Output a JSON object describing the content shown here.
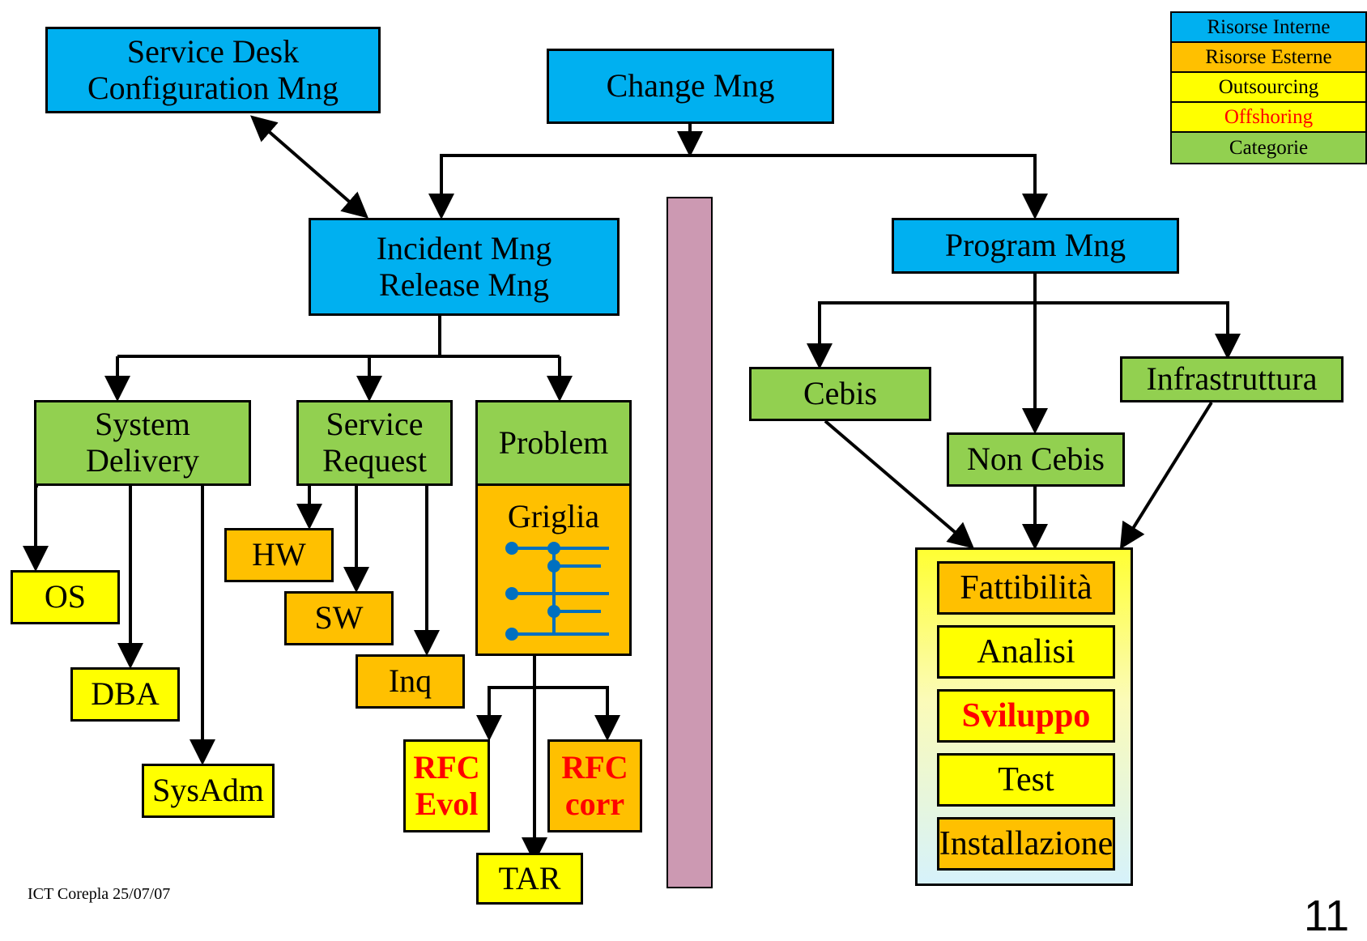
{
  "legend": [
    {
      "label": "Risorse Interne",
      "color": "#00b0f0",
      "text_color": "#000000"
    },
    {
      "label": "Risorse Esterne",
      "color": "#ffc000",
      "text_color": "#000000"
    },
    {
      "label": "Outsourcing",
      "color": "#ffff00",
      "text_color": "#000000"
    },
    {
      "label": "Offshoring",
      "color": "#ffff00",
      "text_color": "#ff0000"
    },
    {
      "label": "Categorie",
      "color": "#92d050",
      "text_color": "#000000"
    }
  ],
  "nodes": {
    "service_desk": {
      "line1": "Service Desk",
      "line2": "Configuration Mng"
    },
    "change_mng": "Change Mng",
    "incident_mng": {
      "line1": "Incident Mng",
      "line2": "Release Mng"
    },
    "program_mng": "Program Mng",
    "system_delivery": {
      "line1": "System",
      "line2": "Delivery"
    },
    "service_request": {
      "line1": "Service",
      "line2": "Request"
    },
    "problem": "Problem",
    "griglia": "Griglia",
    "os": "OS",
    "dba": "DBA",
    "sysadm": "SysAdm",
    "hw": "HW",
    "sw": "SW",
    "inq": "Inq",
    "rfc_evol": {
      "line1": "RFC",
      "line2": "Evol"
    },
    "rfc_corr": {
      "line1": "RFC",
      "line2": "corr"
    },
    "tar": "TAR",
    "cebis": "Cebis",
    "non_cebis": "Non Cebis",
    "infrastruttura": "Infrastruttura",
    "phases": [
      "Fattibilità",
      "Analisi",
      "Sviluppo",
      "Test",
      "Installazione"
    ]
  },
  "colors": {
    "risorse_interne": "#00b0f0",
    "risorse_esterne": "#ffc000",
    "outsourcing": "#ffff00",
    "categorie": "#92d050",
    "divider": "#cc99b2",
    "griglia_icon": "#0070c0"
  },
  "footer": "ICT Corepla 25/07/07",
  "page_number": "11"
}
